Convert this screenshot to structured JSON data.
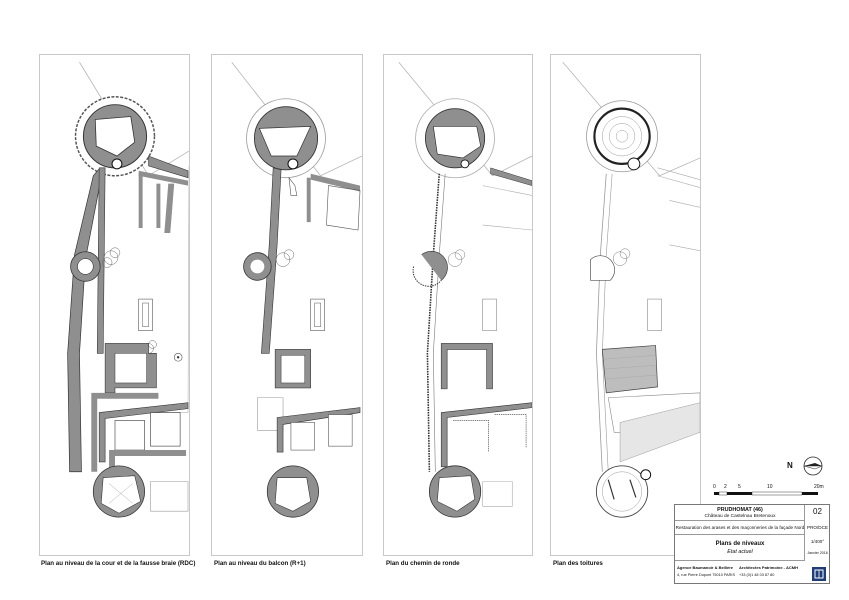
{
  "captions": [
    "Plan au niveau de la cour et de la fausse braie (RDC)",
    "Plan au niveau du balcon (R+1)",
    "Plan du chemin de ronde",
    "Plan des toitures"
  ],
  "north_label": "N",
  "scale_bar": {
    "ticks": [
      "0",
      "2",
      "5",
      "10",
      "20m"
    ]
  },
  "title_block": {
    "client": "PRUDHOMAT (46)",
    "site": "Château de Castelnau Bretenoux",
    "sheet_number": "02",
    "project": "Restauration des arases et des maçonneries de la façade Nord",
    "phase": "PRO/DCE",
    "title": "Plans de niveaux",
    "subtitle": "Etat actuel",
    "scale": "1/400°",
    "date": "Janvier 2016",
    "agency": "Agence Baumanoir & Bellière",
    "address": "4, rue Pierre Dupont 75010 PARIS",
    "architect": "Architectes Patrimoine - ACMH",
    "phone": "+33 (0)1 48 03 87 80"
  },
  "colors": {
    "wall": "#8f8f8f",
    "line": "#3a3a3a",
    "roof": "#bdbdbd",
    "faint": "#b5b5b5"
  }
}
